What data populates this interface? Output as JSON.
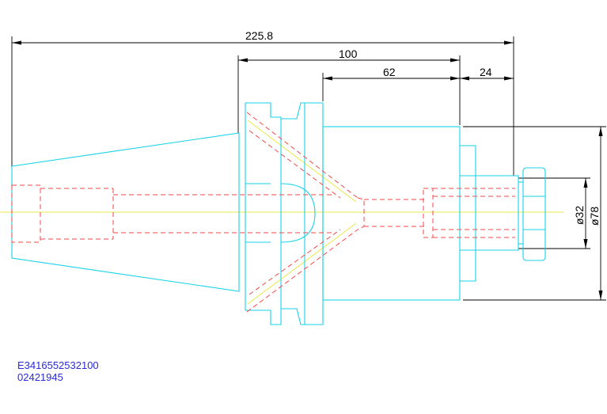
{
  "dimensions": {
    "overall_length": "225.8",
    "flange_to_nose": "100",
    "body_length": "62",
    "nose_length": "24",
    "inner_diameter": "ø32",
    "outer_diameter": "ø78"
  },
  "part_code": {
    "line1": "E3416552532100",
    "line2": "02421945"
  },
  "colors": {
    "outline": "#18d2e6",
    "hidden": "#f24a4a",
    "centerline": "#e8e84a",
    "dimension": "#000000",
    "code_text": "#2a2ad8"
  }
}
